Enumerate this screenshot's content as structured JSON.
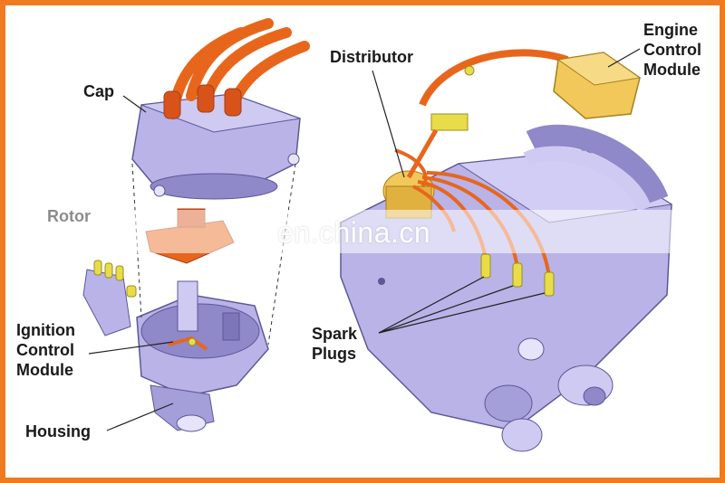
{
  "frame_color": "#f07a1f",
  "labels": {
    "cap": "Cap",
    "rotor": "Rotor",
    "ignition_control_module": "Ignition\nControl\nModule",
    "housing": "Housing",
    "distributor": "Distributor",
    "engine_control_module": "Engine\nControl\nModule",
    "spark_plugs": "Spark\nPlugs"
  },
  "watermark": "en.china.cn",
  "colors": {
    "wire": "#e8661c",
    "metal": "#b9b3e8",
    "metal_dark": "#7d76b8",
    "module": "#f2c85a"
  }
}
